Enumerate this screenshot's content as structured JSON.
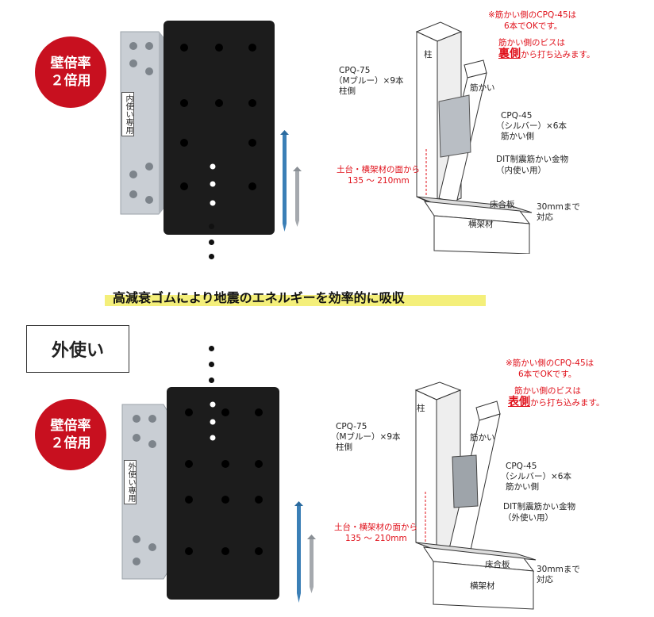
{
  "top": {
    "badge_line1": "壁倍率",
    "badge_line2": "２倍用",
    "bracket_stamp": "内使い専用",
    "diagram": {
      "post": "柱",
      "brace": "筋かい",
      "cpq75_line1": "CPQ-75",
      "cpq75_line2": "（Mブルー）×9本",
      "cpq75_line3": "柱側",
      "cpq45_line1": "CPQ-45",
      "cpq45_line2": "（シルバー）×6本",
      "cpq45_line3": "筋かい側",
      "product_line1": "DIT制震筋かい金物",
      "product_line2": "（内使い用）",
      "sill_board": "床合板",
      "beam": "横架材",
      "thick_line1": "30mmまで",
      "thick_line2": "対応",
      "range_line1": "土台・横架材の面から",
      "range_line2": "135 ～ 210mm",
      "note1_line1": "※筋かい側のCPQ-45は",
      "note1_line2": "6本でOKです。",
      "note2_line1": "筋かい側のビスは",
      "note2_em": "裏側",
      "note2_rest": "から打ち込みます。"
    }
  },
  "tagline": "高減衰ゴムにより地震のエネルギーを効率的に吸収",
  "outside_label": "外使い",
  "bottom": {
    "badge_line1": "壁倍率",
    "badge_line2": "２倍用",
    "bracket_stamp": "外使い専用",
    "diagram": {
      "post": "柱",
      "brace": "筋かい",
      "cpq75_line1": "CPQ-75",
      "cpq75_line2": "（Mブルー）×9本",
      "cpq75_line3": "柱側",
      "cpq45_line1": "CPQ-45",
      "cpq45_line2": "（シルバー）×6本",
      "cpq45_line3": "筋かい側",
      "product_line1": "DIT制震筋かい金物",
      "product_line2": "（外使い用）",
      "sill_board": "床合板",
      "beam": "横架材",
      "thick_line1": "30mmまで",
      "thick_line2": "対応",
      "range_line1": "土台・横架材の面から",
      "range_line2": "135 ～ 210mm",
      "note1_line1": "※筋かい側のCPQ-45は",
      "note1_line2": "6本でOKです。",
      "note2_line1": "筋かい側のビスは",
      "note2_em": "表側",
      "note2_rest": "から打ち込みます。"
    }
  },
  "colors": {
    "badge_red": "#c8101f",
    "note_red": "#e0101a",
    "highlight_yellow": "#f4ef7a",
    "rubber": "#1c1c1c",
    "metal": "#c9ced4"
  },
  "icons": [
    "screw-blue-icon",
    "screw-silver-icon",
    "ellipsis-dots"
  ]
}
